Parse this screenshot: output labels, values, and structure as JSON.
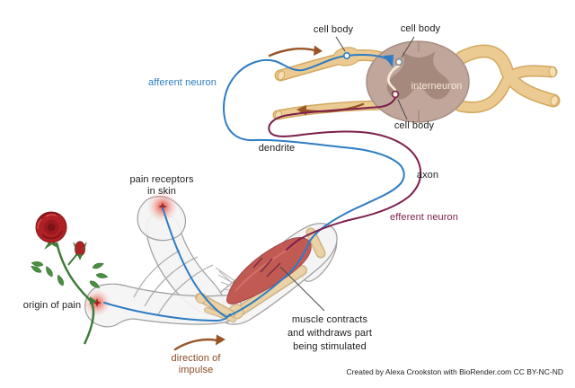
{
  "credit": "Created by Alexa Crookston with BioRender.com CC BY-NC-ND",
  "labels": {
    "cell_body_afferent": "cell body",
    "cell_body_interneuron": "cell body",
    "cell_body_efferent": "cell body",
    "interneuron": "interneuron",
    "afferent_neuron": "afferent neuron",
    "dendrite": "dendrite",
    "axon": "axon",
    "efferent_neuron": "efferent neuron",
    "pain_receptors": "pain receptors\nin skin",
    "origin_of_pain": "origin of pain",
    "muscle_contracts": "muscle contracts\nand withdraws part\nbeing stimulated",
    "direction_of_impulse": "direction of\nimpulse"
  },
  "colors": {
    "afferent": "#2e7cc3",
    "efferent": "#7e1f4d",
    "impulse": "#9a5526",
    "impulse_text": "#8b4a26",
    "tan": "#eccb93",
    "tan_stroke": "#d2a860",
    "tan_end": "#f4deb2",
    "cord": "#c1a79b",
    "cord_stroke": "#a78d81",
    "gray_matter": "#a5897d",
    "interneuron": "#f6edda",
    "muscle": "#c25a54",
    "muscle_dark": "#7c2c3c",
    "bone": "#ead2a4",
    "bone_stroke": "#cdb184",
    "arm_fill": "#f4f4f4",
    "arm_stroke": "#9e9e9e",
    "burst": "#e23a2c",
    "rose": "#b02125",
    "rose_dark": "#7e1317",
    "leaf": "#4a8f42",
    "stem": "#3e7c38",
    "ink": "#1d1d1d",
    "leader": "#4a4a4a"
  }
}
